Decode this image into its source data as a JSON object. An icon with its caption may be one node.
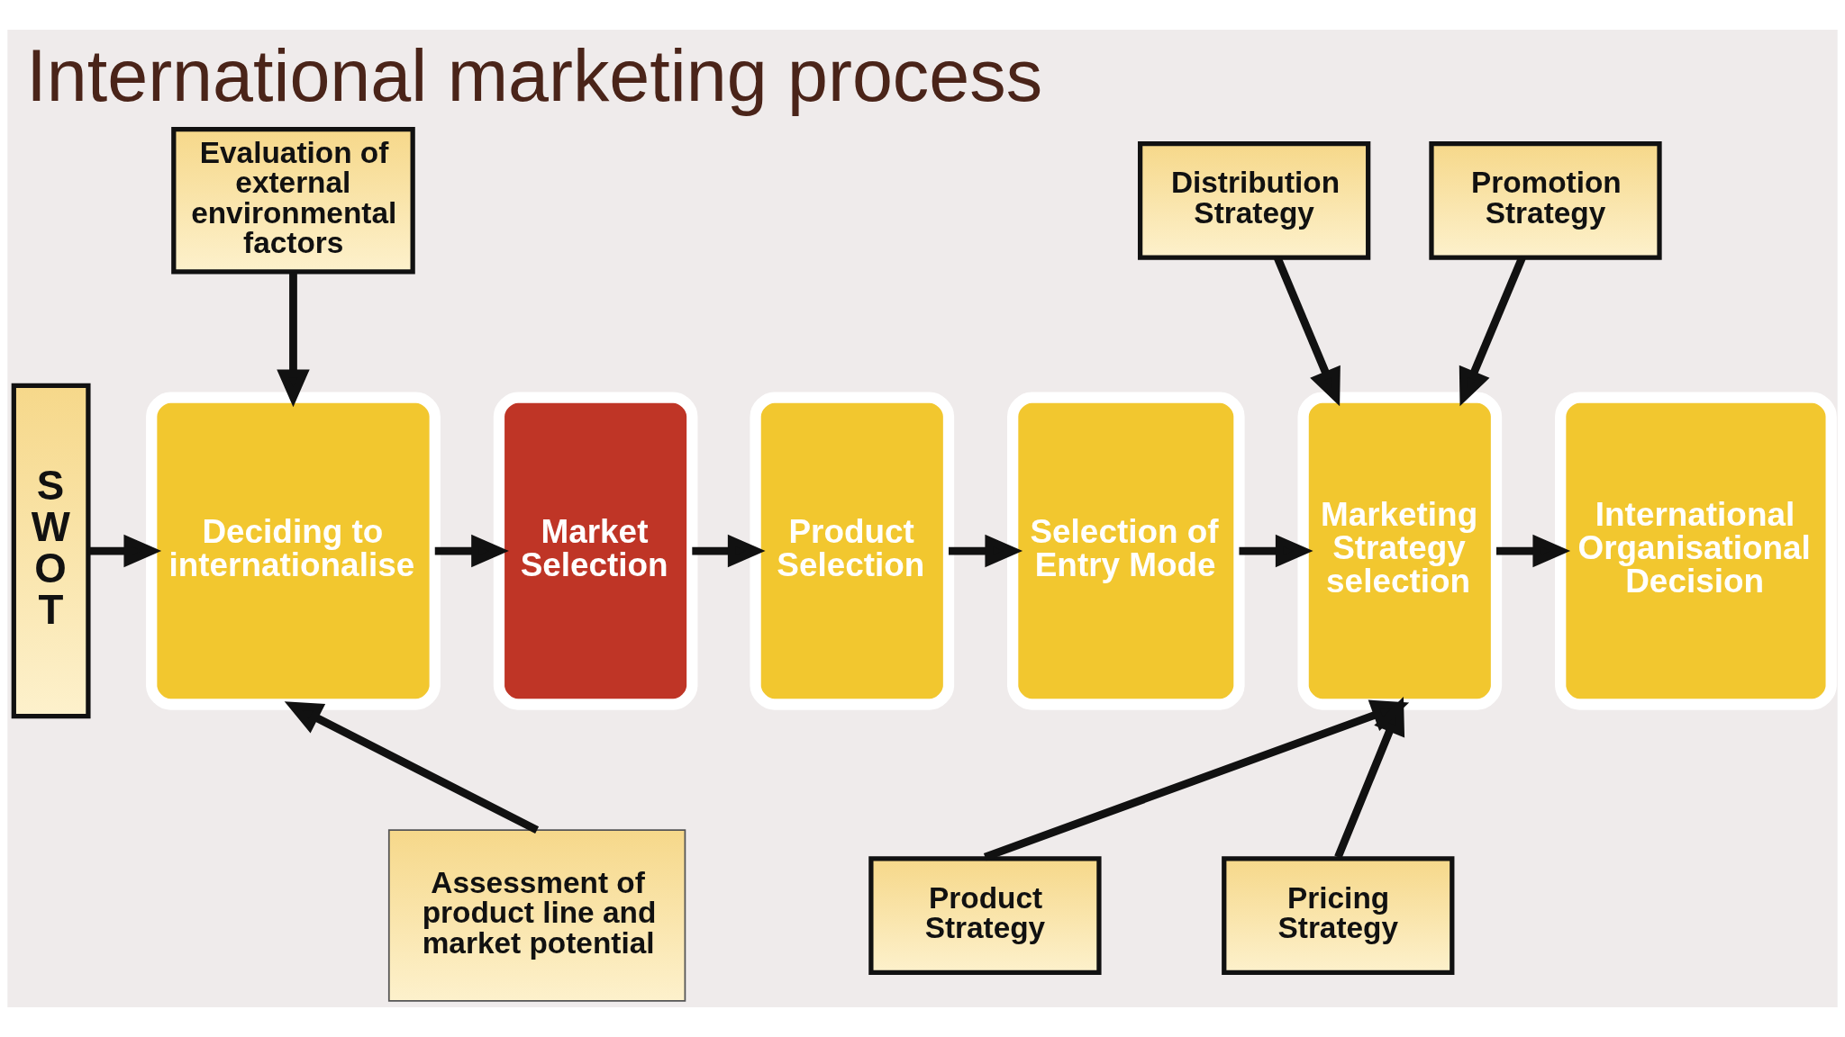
{
  "diagram": {
    "title": "International marketing process",
    "nodes": [
      {
        "text": [
          "Evaluation of external environmental factors"
        ]
      },
      {
        "text": [
          "Distribution Strategy"
        ]
      },
      {
        "text": [
          "Promotion Strategy"
        ]
      },
      {
        "text": [
          "S W O T"
        ]
      },
      {
        "text": [
          "Deciding to internationalise"
        ]
      },
      {
        "text": [
          "Market Selection"
        ]
      },
      {
        "text": [
          "Product Selection"
        ]
      },
      {
        "text": [
          "Selection of Entry Mode"
        ]
      },
      {
        "text": [
          "Marketing Strategy selection"
        ]
      },
      {
        "text": [
          "International Organisational Decision"
        ]
      },
      {
        "text": [
          "Assessment of product line and market potential"
        ]
      },
      {
        "text": [
          "Product Strategy"
        ]
      },
      {
        "text": [
          "Pricing Strategy"
        ]
      }
    ],
    "edges": [
      {
        "from": 0,
        "to": 4,
        "arrow": "to"
      },
      {
        "from": 1,
        "to": 8,
        "arrow": "to"
      },
      {
        "from": 2,
        "to": 8,
        "arrow": "to"
      },
      {
        "from": 3,
        "to": 4,
        "arrow": "to"
      },
      {
        "from": 4,
        "to": 5,
        "arrow": "to"
      },
      {
        "from": 5,
        "to": 6,
        "arrow": "to"
      },
      {
        "from": 6,
        "to": 7,
        "arrow": "to"
      },
      {
        "from": 7,
        "to": 8,
        "arrow": "to"
      },
      {
        "from": 8,
        "to": 9,
        "arrow": "to"
      },
      {
        "from": 10,
        "to": 4,
        "arrow": "to"
      },
      {
        "from": 11,
        "to": 8,
        "arrow": "to"
      },
      {
        "from": 12,
        "to": 8,
        "arrow": "to"
      }
    ]
  }
}
